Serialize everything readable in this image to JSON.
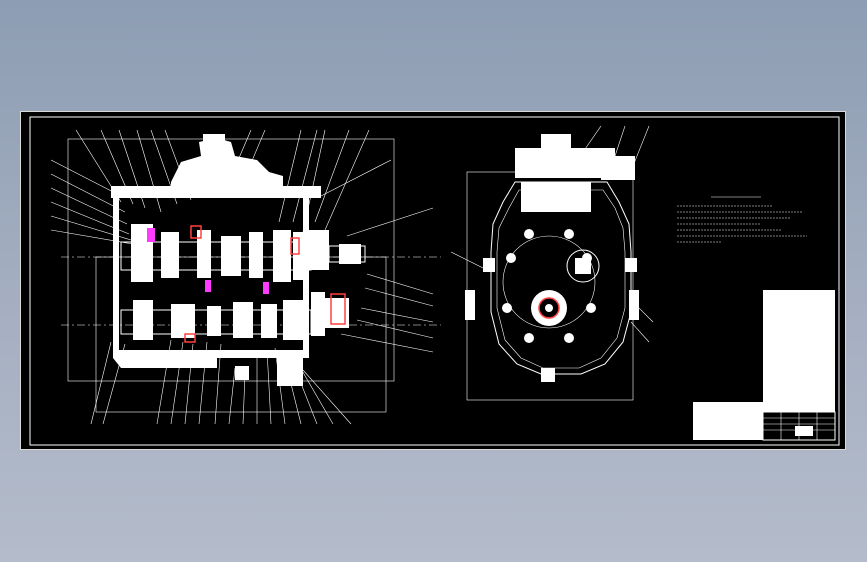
{
  "colors": {
    "background": "#9aa6ba",
    "sheet": "#000000",
    "linework": "#ffffff",
    "highlight": "#ff3bff",
    "section_mark": "#ff4040"
  },
  "views": [
    "side-section-view",
    "front-end-view"
  ],
  "technical_requirements_block": "unreadable",
  "title_block": "unreadable"
}
